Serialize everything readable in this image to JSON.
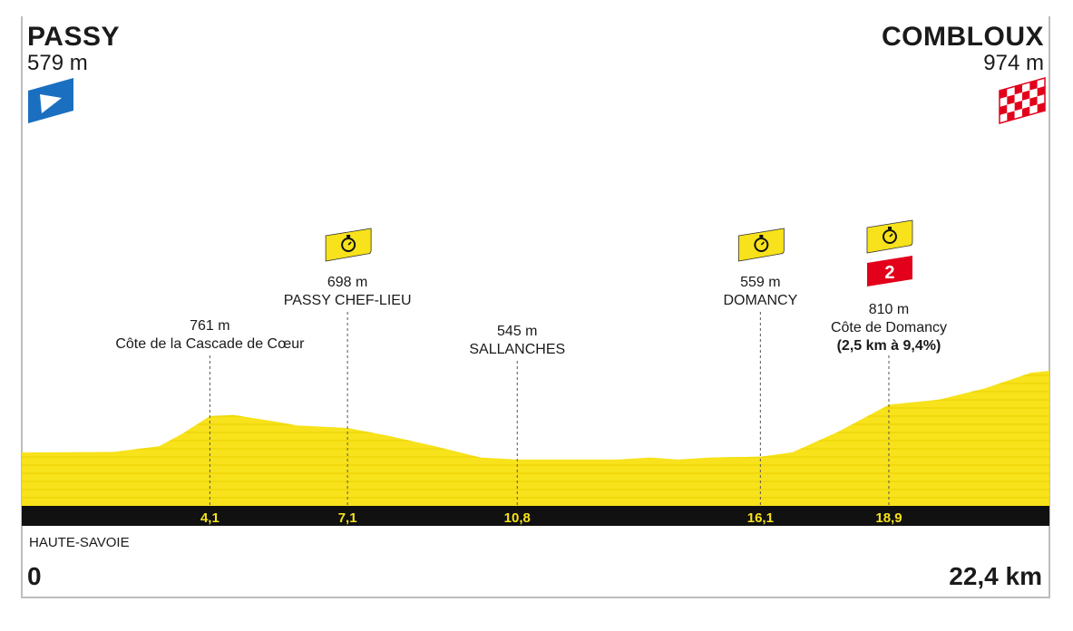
{
  "stage": {
    "start": {
      "name": "PASSY",
      "altitude": "579 m"
    },
    "finish": {
      "name": "COMBLOUX",
      "altitude": "974 m"
    },
    "region": "HAUTE-SAVOIE",
    "km_start": "0",
    "km_end": "22,4 km"
  },
  "colors": {
    "profile_fill": "#f7e21b",
    "profile_lines": "#ebd000",
    "axis_band": "#111111",
    "axis_labels": "#f7e21b",
    "start_flag": "#1a6fc0",
    "climb_badge": "#e2001a",
    "timing_badge": "#f7e21b"
  },
  "chart_data": {
    "type": "area",
    "x_unit": "km",
    "y_unit": "m",
    "xlim": [
      0,
      22.4
    ],
    "profile": [
      {
        "km": 0,
        "alt": 579
      },
      {
        "km": 2.0,
        "alt": 582
      },
      {
        "km": 3.0,
        "alt": 610
      },
      {
        "km": 3.5,
        "alt": 670
      },
      {
        "km": 4.1,
        "alt": 755
      },
      {
        "km": 4.6,
        "alt": 761
      },
      {
        "km": 5.5,
        "alt": 730
      },
      {
        "km": 6.0,
        "alt": 710
      },
      {
        "km": 7.1,
        "alt": 698
      },
      {
        "km": 8.0,
        "alt": 660
      },
      {
        "km": 9.0,
        "alt": 610
      },
      {
        "km": 10.0,
        "alt": 555
      },
      {
        "km": 10.8,
        "alt": 545
      },
      {
        "km": 13.0,
        "alt": 545
      },
      {
        "km": 13.7,
        "alt": 555
      },
      {
        "km": 14.3,
        "alt": 545
      },
      {
        "km": 15.0,
        "alt": 555
      },
      {
        "km": 16.1,
        "alt": 559
      },
      {
        "km": 16.8,
        "alt": 580
      },
      {
        "km": 17.8,
        "alt": 680
      },
      {
        "km": 18.9,
        "alt": 810
      },
      {
        "km": 20.0,
        "alt": 835
      },
      {
        "km": 21.0,
        "alt": 890
      },
      {
        "km": 22.0,
        "alt": 965
      },
      {
        "km": 22.4,
        "alt": 974
      }
    ],
    "waypoints": [
      {
        "km": 4.1,
        "km_label": "4,1",
        "alt_label": "761 m",
        "name": "Côte de la Cascade de Cœur",
        "detail": "",
        "timing": false,
        "climb_cat": ""
      },
      {
        "km": 7.1,
        "km_label": "7,1",
        "alt_label": "698 m",
        "name": "PASSY CHEF-LIEU",
        "detail": "",
        "timing": true,
        "climb_cat": ""
      },
      {
        "km": 10.8,
        "km_label": "10,8",
        "alt_label": "545 m",
        "name": "SALLANCHES",
        "detail": "",
        "timing": false,
        "climb_cat": ""
      },
      {
        "km": 16.1,
        "km_label": "16,1",
        "alt_label": "559 m",
        "name": "DOMANCY",
        "detail": "",
        "timing": true,
        "climb_cat": ""
      },
      {
        "km": 18.9,
        "km_label": "18,9",
        "alt_label": "810 m",
        "name": "Côte de Domancy",
        "detail": "(2,5 km à 9,4%)",
        "timing": true,
        "climb_cat": "2"
      }
    ]
  }
}
